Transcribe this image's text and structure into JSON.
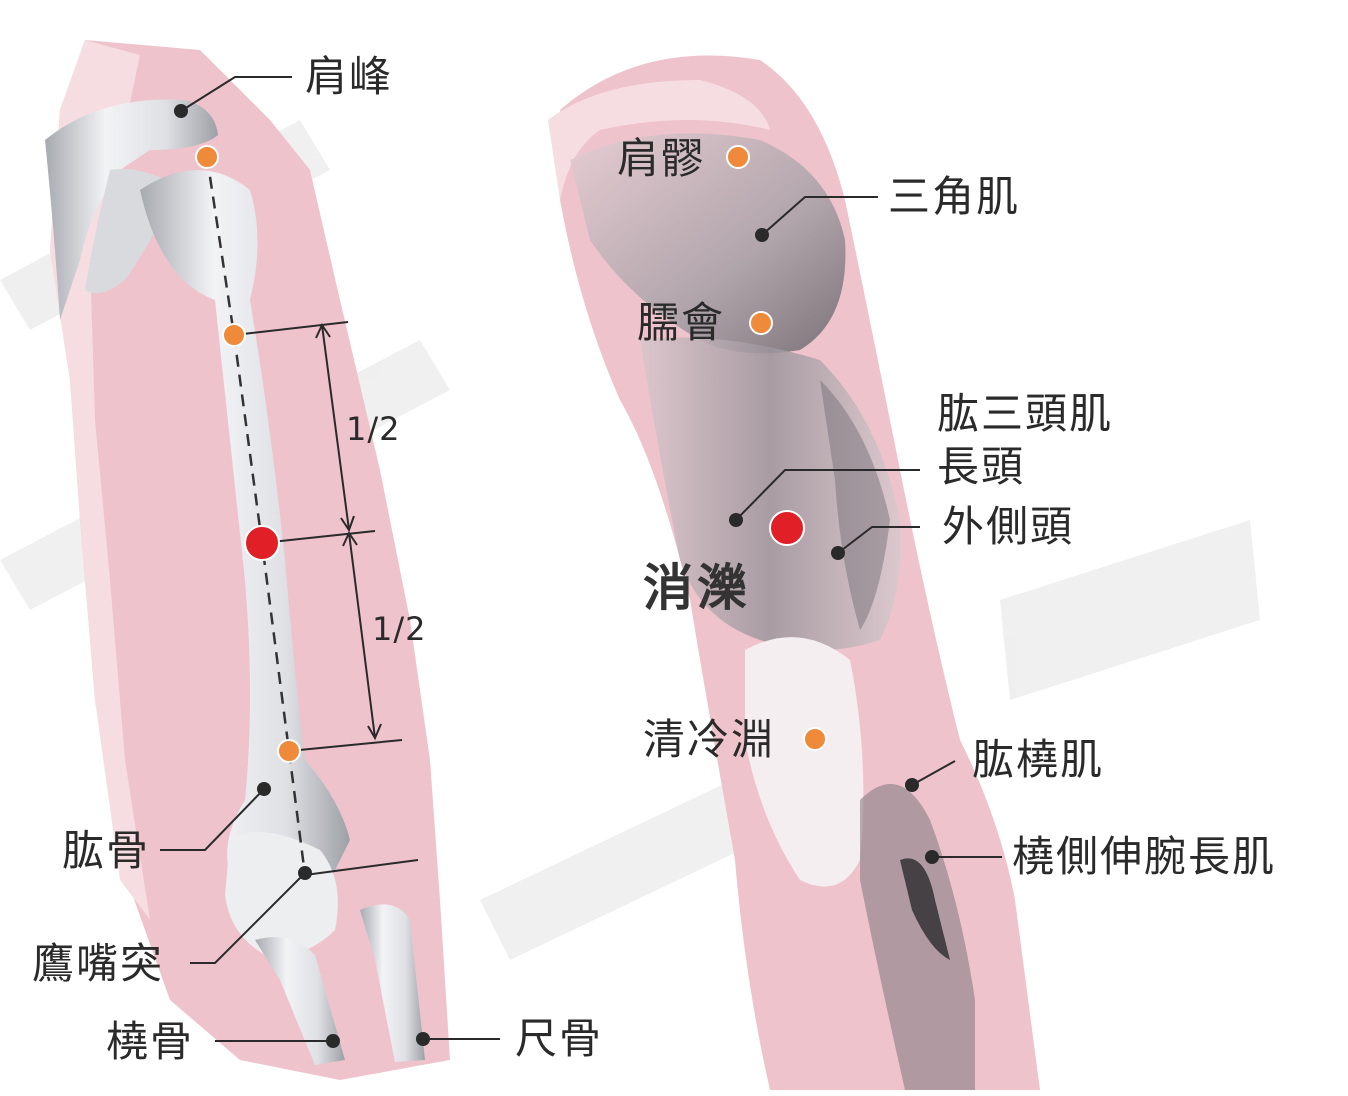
{
  "colors": {
    "skin": "#efc3cc",
    "skin_light": "#f6dde2",
    "bone": "#e6e7ea",
    "bone_shadow": "#a5a8ae",
    "muscle": "#c9c3c8",
    "muscle_dark": "#6f6a70",
    "point_main": "#e01f26",
    "point_secondary": "#ef8a3a",
    "marker": "#2a2a2a",
    "line": "#2a2a2a"
  },
  "left_view": {
    "labels": {
      "acromion": "肩峰",
      "humerus": "肱骨",
      "olecranon": "鷹嘴突",
      "radius": "橈骨",
      "ulna": "尺骨"
    },
    "ratios": {
      "upper": "1/2",
      "lower": "1/2"
    }
  },
  "right_view": {
    "labels": {
      "jianliao": "肩髎",
      "deltoid": "三角肌",
      "naohui": "臑會",
      "triceps_long_1": "肱三頭肌",
      "triceps_long_2": "長頭",
      "lateral_head": "外側頭",
      "xiaoluo": "消濼",
      "qinglengyuan": "清冷淵",
      "brachioradialis": "肱橈肌",
      "ecrl": "橈側伸腕長肌"
    }
  },
  "icons": [
    "acupoint-main-icon",
    "acupoint-secondary-icon",
    "marker-dot-icon"
  ]
}
